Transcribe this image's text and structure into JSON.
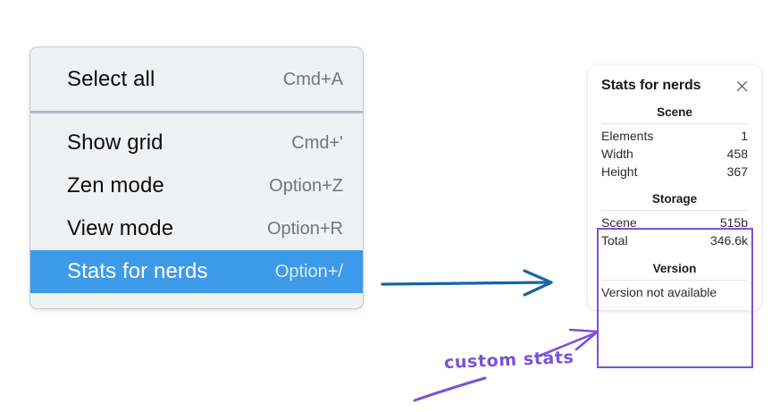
{
  "menu": {
    "groups": [
      {
        "items": [
          {
            "label": "Select all",
            "shortcut": "Cmd+A",
            "selected": false
          }
        ]
      },
      {
        "items": [
          {
            "label": "Show grid",
            "shortcut": "Cmd+'",
            "selected": false
          },
          {
            "label": "Zen mode",
            "shortcut": "Option+Z",
            "selected": false
          },
          {
            "label": "View mode",
            "shortcut": "Option+R",
            "selected": false
          },
          {
            "label": "Stats for nerds",
            "shortcut": "Option+/",
            "selected": true
          }
        ]
      }
    ]
  },
  "stats_panel": {
    "title": "Stats for nerds",
    "close_icon": "close-icon",
    "sections": [
      {
        "title": "Scene",
        "rows": [
          {
            "label": "Elements",
            "value": "1"
          },
          {
            "label": "Width",
            "value": "458"
          },
          {
            "label": "Height",
            "value": "367"
          }
        ]
      },
      {
        "title": "Storage",
        "rows": [
          {
            "label": "Scene",
            "value": "515b"
          },
          {
            "label": "Total",
            "value": "346.6k"
          }
        ]
      },
      {
        "title": "Version",
        "rows": [],
        "note": "Version not available"
      }
    ]
  },
  "annotations": {
    "custom_stats_label": "custom stats",
    "blue_arrow_color": "#1565a8",
    "purple_color": "#7a52d9",
    "highlight_color": "#7a52d9"
  },
  "colors": {
    "menu_background": "#f0f1f3",
    "menu_selected": "#3d9ae9",
    "panel_background": "#ffffff",
    "shortcut_text": "#737579"
  }
}
